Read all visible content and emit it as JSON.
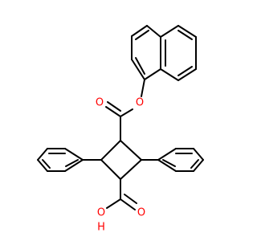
{
  "molecule": {
    "atom_labels": {
      "ester_carbonyl_oxygen": "O",
      "ester_ether_oxygen": "O",
      "acid_carbonyl_oxygen": "O",
      "acid_hydroxyl_oxygen": "O",
      "acid_hydroxyl_hydrogen": "H"
    },
    "colors": {
      "bond": "#000000",
      "oxygen": "#ff0000"
    }
  }
}
